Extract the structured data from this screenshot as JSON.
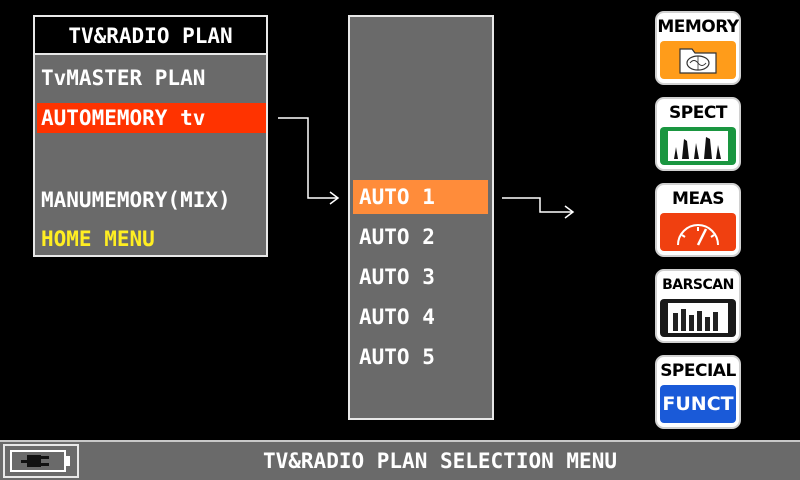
{
  "menu": {
    "title": "TV&RADIO PLAN",
    "items": [
      {
        "label": "TvMASTER PLAN"
      },
      {
        "label": "AUTOMEMORY tv"
      },
      {
        "label": "MANUMEMORY(MIX)"
      },
      {
        "label": "HOME MENU"
      }
    ],
    "selected_color": "#ff3300",
    "home_color": "#ffee22"
  },
  "submenu": {
    "items": [
      {
        "label": "AUTO 1"
      },
      {
        "label": "AUTO 2"
      },
      {
        "label": "AUTO 3"
      },
      {
        "label": "AUTO 4"
      },
      {
        "label": "AUTO 5"
      }
    ],
    "selected_color": "#ff8c3a"
  },
  "side_buttons": {
    "memory": {
      "label": "MEMORY",
      "color": "#ff9c1a",
      "icon": "folder-brain-icon"
    },
    "spect": {
      "label": "SPECT",
      "color": "#1a9640",
      "icon": "spectrum-icon"
    },
    "meas": {
      "label": "MEAS",
      "color": "#f04010",
      "icon": "gauge-icon"
    },
    "barscan": {
      "label": "BARSCAN",
      "color": "#1a1a1a",
      "icon": "bar-graph-icon"
    },
    "special": {
      "label": "SPECIAL",
      "label2": "FUNCT",
      "color": "#1a5ad8"
    }
  },
  "status_bar": {
    "text": "TV&RADIO PLAN SELECTION MENU",
    "icon": "battery-plug-icon"
  }
}
